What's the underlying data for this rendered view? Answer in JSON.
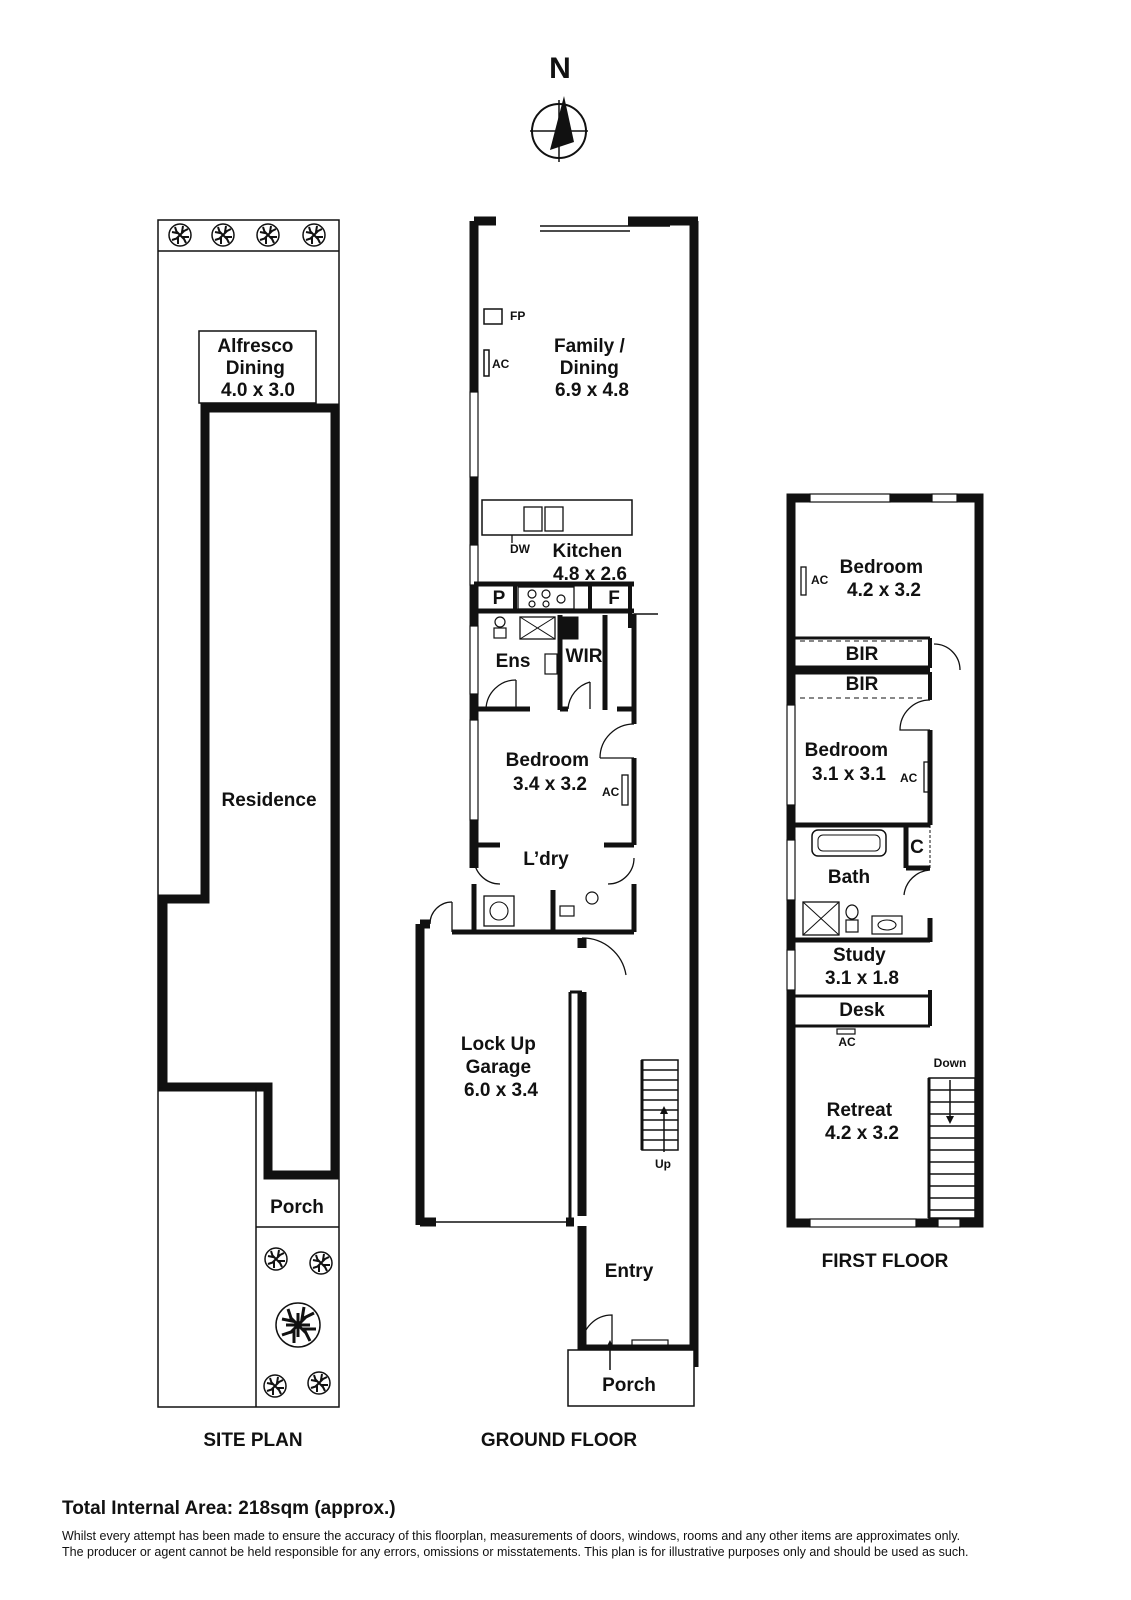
{
  "compass": {
    "label": "N"
  },
  "site_plan": {
    "caption": "SITE PLAN",
    "alfresco": [
      "Alfresco",
      "Dining",
      "4.0 x 3.0"
    ],
    "residence": "Residence",
    "porch": "Porch"
  },
  "ground_floor": {
    "caption": "GROUND FLOOR",
    "family_dining": [
      "Family /",
      "Dining",
      "6.9 x 4.8"
    ],
    "kitchen": [
      "Kitchen",
      "4.8 x 2.6"
    ],
    "bedroom": [
      "Bedroom",
      "3.4 x 3.2"
    ],
    "laundry": "L’dry",
    "garage": [
      "Lock Up",
      "Garage",
      "6.0 x 3.4"
    ],
    "entry": "Entry",
    "porch": "Porch",
    "ensuite": "Ens",
    "wir": "WIR",
    "pantry": "P",
    "fridge": "F",
    "fp": "FP",
    "dw": "DW",
    "ac_family": "AC",
    "ac_bedroom": "AC",
    "stairs_up": "Up"
  },
  "first_floor": {
    "caption": "FIRST FLOOR",
    "bedroom1": [
      "Bedroom",
      "4.2 x 3.2"
    ],
    "bir1": "BIR",
    "bir2": "BIR",
    "bedroom2": [
      "Bedroom",
      "3.1 x 3.1"
    ],
    "bath": "Bath",
    "linen": "C",
    "study": [
      "Study",
      "3.1 x 1.8"
    ],
    "desk": "Desk",
    "retreat": [
      "Retreat",
      "4.2 x 3.2"
    ],
    "stairs_down": "Down",
    "ac_bed1": "AC",
    "ac_bed2": "AC",
    "ac_study": "AC"
  },
  "footer": {
    "total_area": "Total Internal Area: 218sqm (approx.)",
    "disclaimer_1": "Whilst every attempt has been made to ensure the accuracy of this floorplan, measurements of doors, windows, rooms and any other items are approximates only.",
    "disclaimer_2": "The producer or agent cannot be held responsible for any errors, omissions or misstatements. This plan is for illustrative purposes only and should be used as such."
  }
}
